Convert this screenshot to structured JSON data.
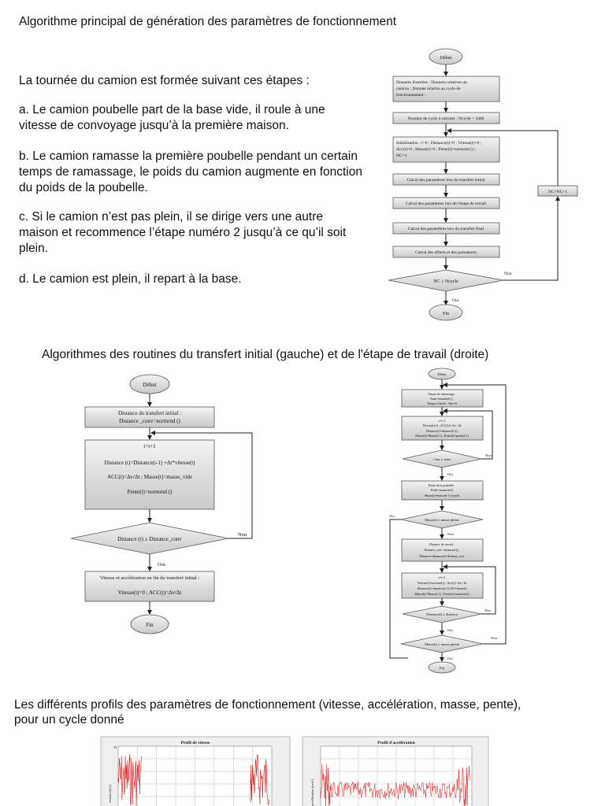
{
  "section1": {
    "title": "Algorithme principal de génération des paramètres de fonctionnement",
    "intro": "La tournée du camion est formée suivant ces étapes :",
    "steps": [
      "a. Le camion poubelle part de la base vide, il roule à une vitesse de convoyage jusqu’à la première maison.",
      "b. Le camion ramasse la première poubelle pendant un certain temps de ramassage, le poids du camion augmente en fonction du poids de la poubelle.",
      "c. Si le camion n’est pas plein, il se dirige vers une autre maison et recommence l’étape numéro 2 jusqu’à ce qu’il soit plein.",
      "d. Le camion est plein, il repart à la base."
    ]
  },
  "flow1": {
    "start": "Début",
    "inputs_l1": "Données d'entrées : Données relatives au",
    "inputs_l2": "camion ; Donnée relative au cycle de",
    "inputs_l3": "fonctionnement :",
    "ncycle": "Nombre de cycle à calculer : Ncycle = 5000",
    "init_l1": "Initialisation : t=0 ; Distance(t)=0 ; Vitesse(t)=0 ;",
    "init_l2": "Acc(t)=0 ; Masse(t)=0 ; Pente(t)=normrnd () ;",
    "init_l3": "NC=1",
    "calc1": "Calcul des paramètres lors du transfert initial",
    "calc2": "Calcul des paramètres lors de l'étape de travail",
    "calc3": "Calcul des paramètres lors du transfert final",
    "calc4": "Calcul des efforts et des puissances",
    "cond": "NC ≥ Ncycle",
    "non": "Non",
    "oui": "Oui",
    "incr": "NC=NC+1",
    "end": "Fin"
  },
  "section2": {
    "title": "Algorithmes des routines du transfert initial (gauche) et de l'étape de travail (droite)"
  },
  "flow2": {
    "start": "Début",
    "dist_l1": "Distance du transfert initial :",
    "dist_l2": "Distance _conv=normrnd ()",
    "loop_l1": "t=t+1",
    "loop_l2": "Distance (t)=Distance(t-1) +Δt*vitesse(t)",
    "loop_l3": "ACC(t)=Δv/Δt ; Masse(t)=masse_vide",
    "loop_l4": "Pente(t)=normrnd ()",
    "cond": "Distance (t) ≥ Distance_conv",
    "non": "Non",
    "oui": "Oui",
    "vit_l1": "Vitesse et accélération en fin du transfert initial :",
    "vit_l2": "Vitesse(t)=0 ; ACC(t)=Δv/Δt",
    "end": "Fin"
  },
  "flow3": {
    "start": "Début",
    "b1_l1": "Temps de ramassage :",
    "b1_l2": "Tram=normrnd () ;",
    "b1_l3": "Temps à l'arrêt : Tarr=0",
    "b2_l1": "t=t+1",
    "b2_l2": "Vitesse(t)=0 ; ACC(t)= Δv / Δt",
    "b2_l3": "Distance(t)=distance(t-1)",
    "b2_l4": "Masse(t)=Masse(t-1) ; Pente(t)=pente(t-1)",
    "d1": "t-tarr ≥ tram",
    "b3_l1": "Poids de la poubelle :",
    "b3_l2": "Poids=normrnd ()",
    "b3_l3": "Masse(t)=masse(t-1)+poids",
    "d2": "Masse(t) ≥ masse pleine",
    "b4_l1": "Distance de travail :",
    "b4_l2": "Distance_trav =normrnd () ;",
    "b4_l3": "Distance=distance(t)+distance_trav",
    "b5_l1": "t=t+1",
    "b5_l2": "Vitesse(t)=normrnd () ; Acc(t)= Δv / Δt",
    "b5_l3": "Distance(t)=distance(t-1)+Δt*vitesse(t)",
    "b5_l4": "Masse(t)=Masse(t-1) ; Pente(t)=normrnd ()",
    "d3": "Distance(t) ≥ distance",
    "d4": "Masse(t) ≥ masse pleine",
    "non": "Non",
    "oui": "Oui",
    "end": "Fin"
  },
  "section3": {
    "title_l1": "Les différents profils des paramètres de fonctionnement (vitesse, accélération, masse, pente),",
    "title_l2": "pour un cycle donné"
  },
  "charts": {
    "chart1_title": "Profil de vitesse",
    "chart1_ylabel": "vitesse (m/s)",
    "chart1_ytick": "15",
    "chart2_title": "Profil d'accélération",
    "chart2_ylabel": "accélération (m/s²)",
    "signal_color": "#e01010"
  }
}
